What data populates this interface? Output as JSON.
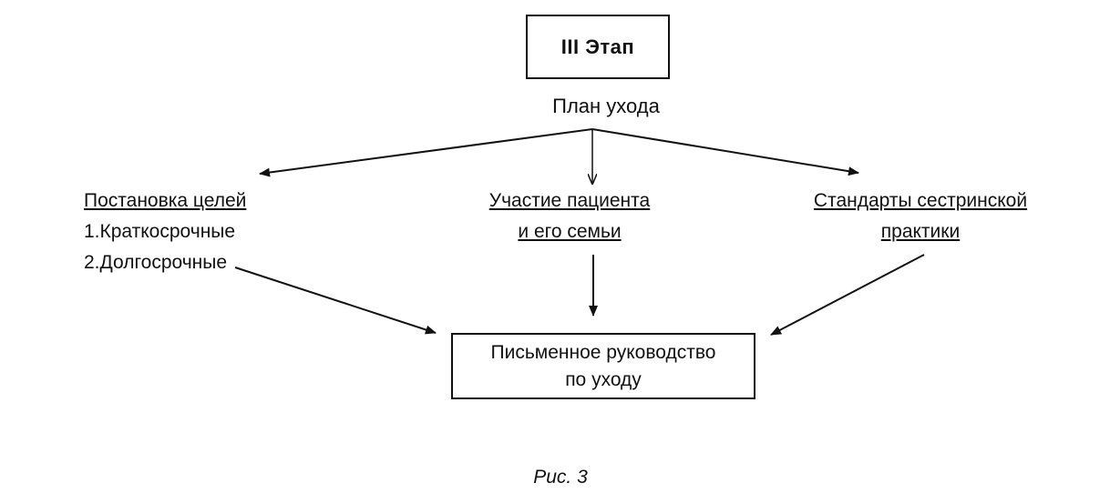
{
  "stage": {
    "title": "III Этап"
  },
  "plan": {
    "label": "План ухода"
  },
  "goals": {
    "heading": "Постановка целей",
    "items": [
      "1.Краткосрочные",
      "2.Долгосрочные"
    ]
  },
  "patient": {
    "lines": [
      "Участие пациента",
      "и его семьи"
    ]
  },
  "standards": {
    "lines": [
      "Стандарты сестринской",
      "практики"
    ]
  },
  "result": {
    "lines": [
      "Письменное руководство",
      "по уходу"
    ]
  },
  "caption": "Рис. 3"
}
